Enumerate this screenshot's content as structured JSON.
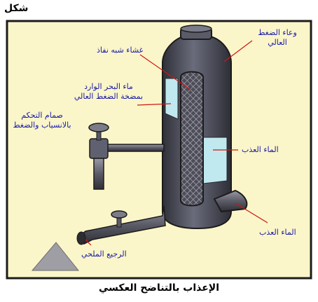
{
  "figure": {
    "corner_label": "شكل",
    "caption": "الإعذاب بالتناضح العكسي"
  },
  "labels": {
    "vessel": [
      "وعاء الضغط",
      "العالي"
    ],
    "membrane": "غشاء شبه نفاذ",
    "seawater": [
      "ماء البحر الوارد",
      "بمضخة الضغط العالي"
    ],
    "valve": [
      "صمام التحكم",
      "بالانسياب والضغط"
    ],
    "fresh_inside": "الماء العذب",
    "fresh_out": "الماء العذب",
    "brine": "الرجيع الملحي"
  },
  "colors": {
    "background_panel": "#fbf6c9",
    "frame": "#1c1c1c",
    "vessel_body": "#4d4e5c",
    "water": "#bfe9ee",
    "label_text": "#1a1aa8",
    "pointer": "#d01616",
    "salt_pile": "#9e9ea4"
  }
}
